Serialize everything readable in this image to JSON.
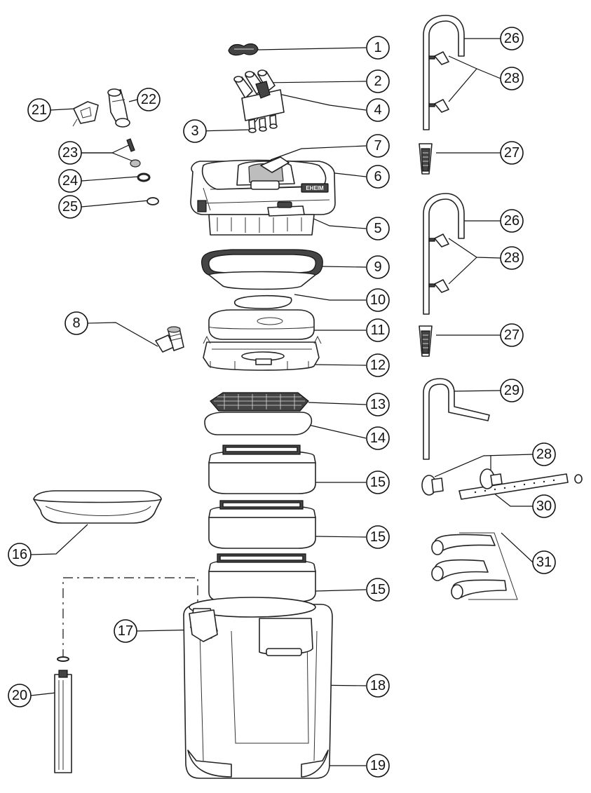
{
  "callouts": {
    "c1": "1",
    "c2": "2",
    "c3": "3",
    "c4": "4",
    "c5": "5",
    "c6": "6",
    "c7": "7",
    "c8": "8",
    "c9": "9",
    "c10": "10",
    "c11": "11",
    "c12": "12",
    "c13": "13",
    "c14": "14",
    "c15a": "15",
    "c15b": "15",
    "c15c": "15",
    "c16": "16",
    "c17": "17",
    "c18": "18",
    "c19": "19",
    "c20": "20",
    "c21": "21",
    "c22": "22",
    "c23": "23",
    "c24": "24",
    "c25": "25",
    "c26a": "26",
    "c26b": "26",
    "c27a": "27",
    "c27b": "27",
    "c28a": "28",
    "c28b": "28",
    "c28c": "28",
    "c29": "29",
    "c30": "30",
    "c31": "31"
  },
  "brand_text": "EHEIM"
}
